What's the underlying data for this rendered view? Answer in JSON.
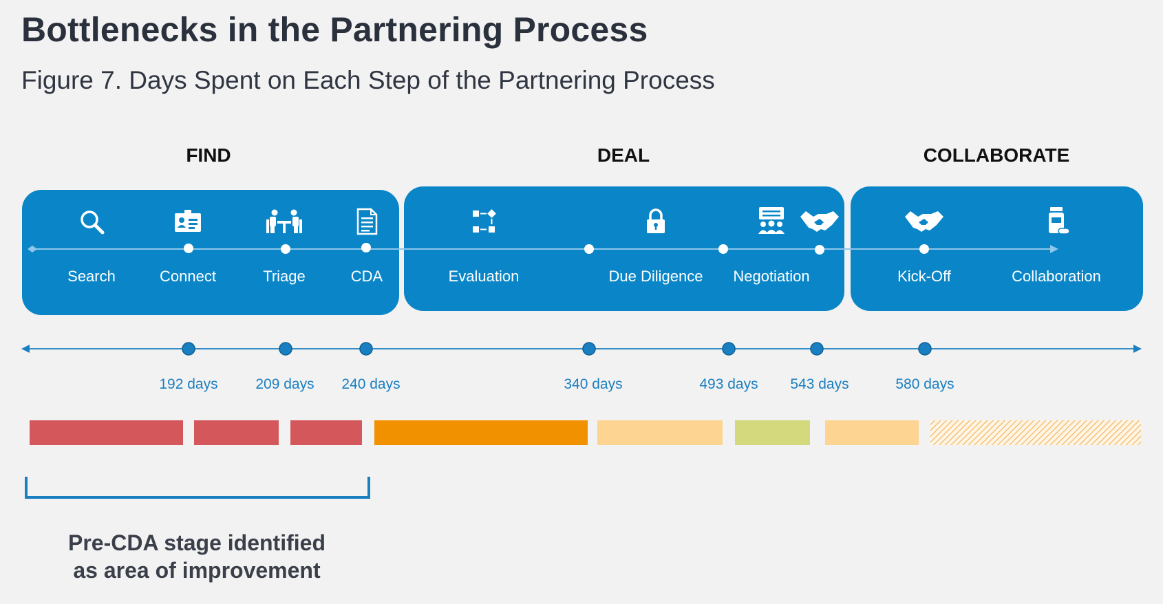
{
  "title": "Bottlenecks in the Partnering Process",
  "subtitle": "Figure 7. Days Spent on Each Step of the Partnering Process",
  "phases": [
    {
      "label": "FIND"
    },
    {
      "label": "DEAL"
    },
    {
      "label": "COLLABORATE"
    }
  ],
  "steps": [
    {
      "label": "Search",
      "icon": "search-icon"
    },
    {
      "label": "Connect",
      "icon": "id-card-icon"
    },
    {
      "label": "Triage",
      "icon": "meeting-table-icon"
    },
    {
      "label": "CDA",
      "icon": "document-icon"
    },
    {
      "label": "Evaluation",
      "icon": "flow-chart-icon"
    },
    {
      "label": "Due Diligence",
      "icon": "lock-icon"
    },
    {
      "label": "Negotiation",
      "icon": "presentation-icon"
    },
    {
      "label": "",
      "icon": "handshake-icon"
    },
    {
      "label": "Kick-Off",
      "icon": "handshake-icon"
    },
    {
      "label": "Collaboration",
      "icon": "medicine-bottle-icon"
    }
  ],
  "milestones": [
    {
      "days": 192,
      "label": "192 days"
    },
    {
      "days": 209,
      "label": "209 days"
    },
    {
      "days": 240,
      "label": "240 days"
    },
    {
      "days": 340,
      "label": "340 days"
    },
    {
      "days": 493,
      "label": "493 days"
    },
    {
      "days": 543,
      "label": "543 days"
    },
    {
      "days": 580,
      "label": "580 days"
    }
  ],
  "segment_colors": [
    "#d4585b",
    "#d4585b",
    "#d4585b",
    "#f29100",
    "#fdd491",
    "#d4d97e",
    "#fdd491",
    "#f7c27a"
  ],
  "colors": {
    "panel": "#0a86c8",
    "timeline": "#1a7fc0",
    "bracket": "#1a7fc0"
  },
  "note": {
    "line1": "Pre-CDA stage identified",
    "line2": "as area of improvement"
  }
}
